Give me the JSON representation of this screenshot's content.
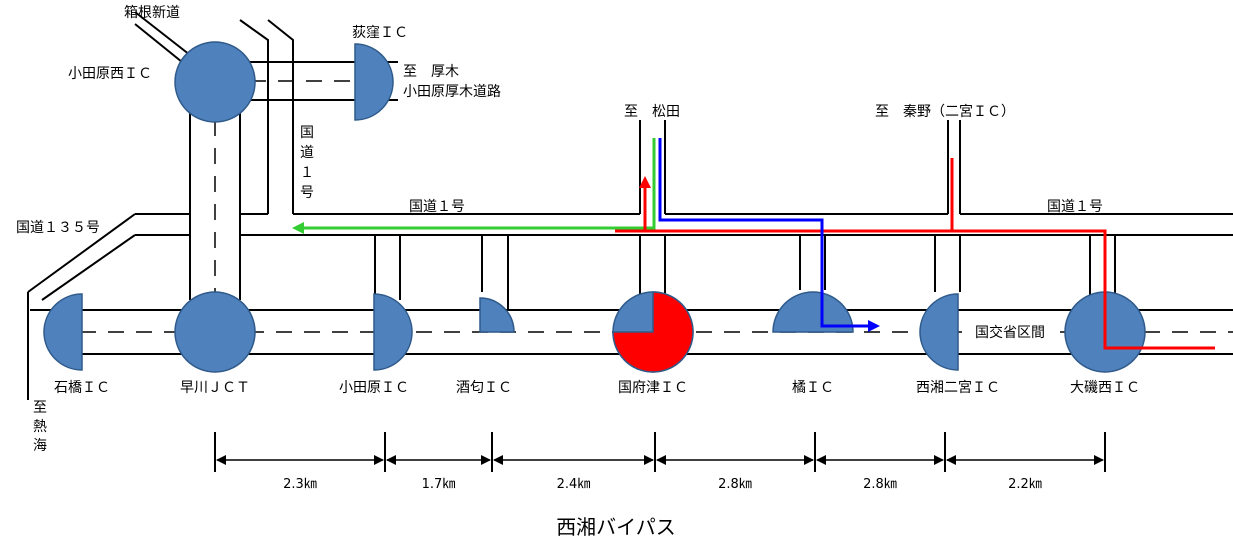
{
  "title": "西湘バイパス",
  "colors": {
    "node_fill": "#4F81BD",
    "node_stroke": "#2F5A8A",
    "route_red": "#FF0000",
    "route_green": "#33CC33",
    "route_blue": "#0000FF",
    "road_line": "#000000"
  },
  "labels": {
    "hakone_shindo": "箱根新道",
    "odawara_nishi_ic": "小田原西ＩＣ",
    "ogikubo_ic": "荻窪ＩＣ",
    "to_atsugi": "至　厚木",
    "odawara_atsugi_road": "小田原厚木道路",
    "kokudo1_vertical": [
      "国",
      "道",
      "１",
      "号"
    ],
    "to_matsuda": "至　松田",
    "to_hadano": "至　秦野（二宮ＩＣ）",
    "kokudo1_left": "国道１号",
    "kokudo1_right": "国道１号",
    "kokudo135": "国道１３５号",
    "mlit_section": "国交省区間",
    "to_atami": [
      "至",
      "熱",
      "海"
    ]
  },
  "interchanges": [
    {
      "id": "ishibashi",
      "name": "石橋ＩＣ"
    },
    {
      "id": "hayakawa",
      "name": "早川ＪＣＴ"
    },
    {
      "id": "odawara",
      "name": "小田原ＩＣ"
    },
    {
      "id": "sakawa",
      "name": "酒匂ＩＣ"
    },
    {
      "id": "kozu",
      "name": "国府津ＩＣ"
    },
    {
      "id": "tachibana",
      "name": "橘ＩＣ"
    },
    {
      "id": "seisho_ninomiya",
      "name": "西湘二宮ＩＣ"
    },
    {
      "id": "oiso_nishi",
      "name": "大磯西ＩＣ"
    }
  ],
  "distances": [
    "2.3㎞",
    "1.7㎞",
    "2.4㎞",
    "2.8㎞",
    "2.8㎞",
    "2.2㎞"
  ]
}
